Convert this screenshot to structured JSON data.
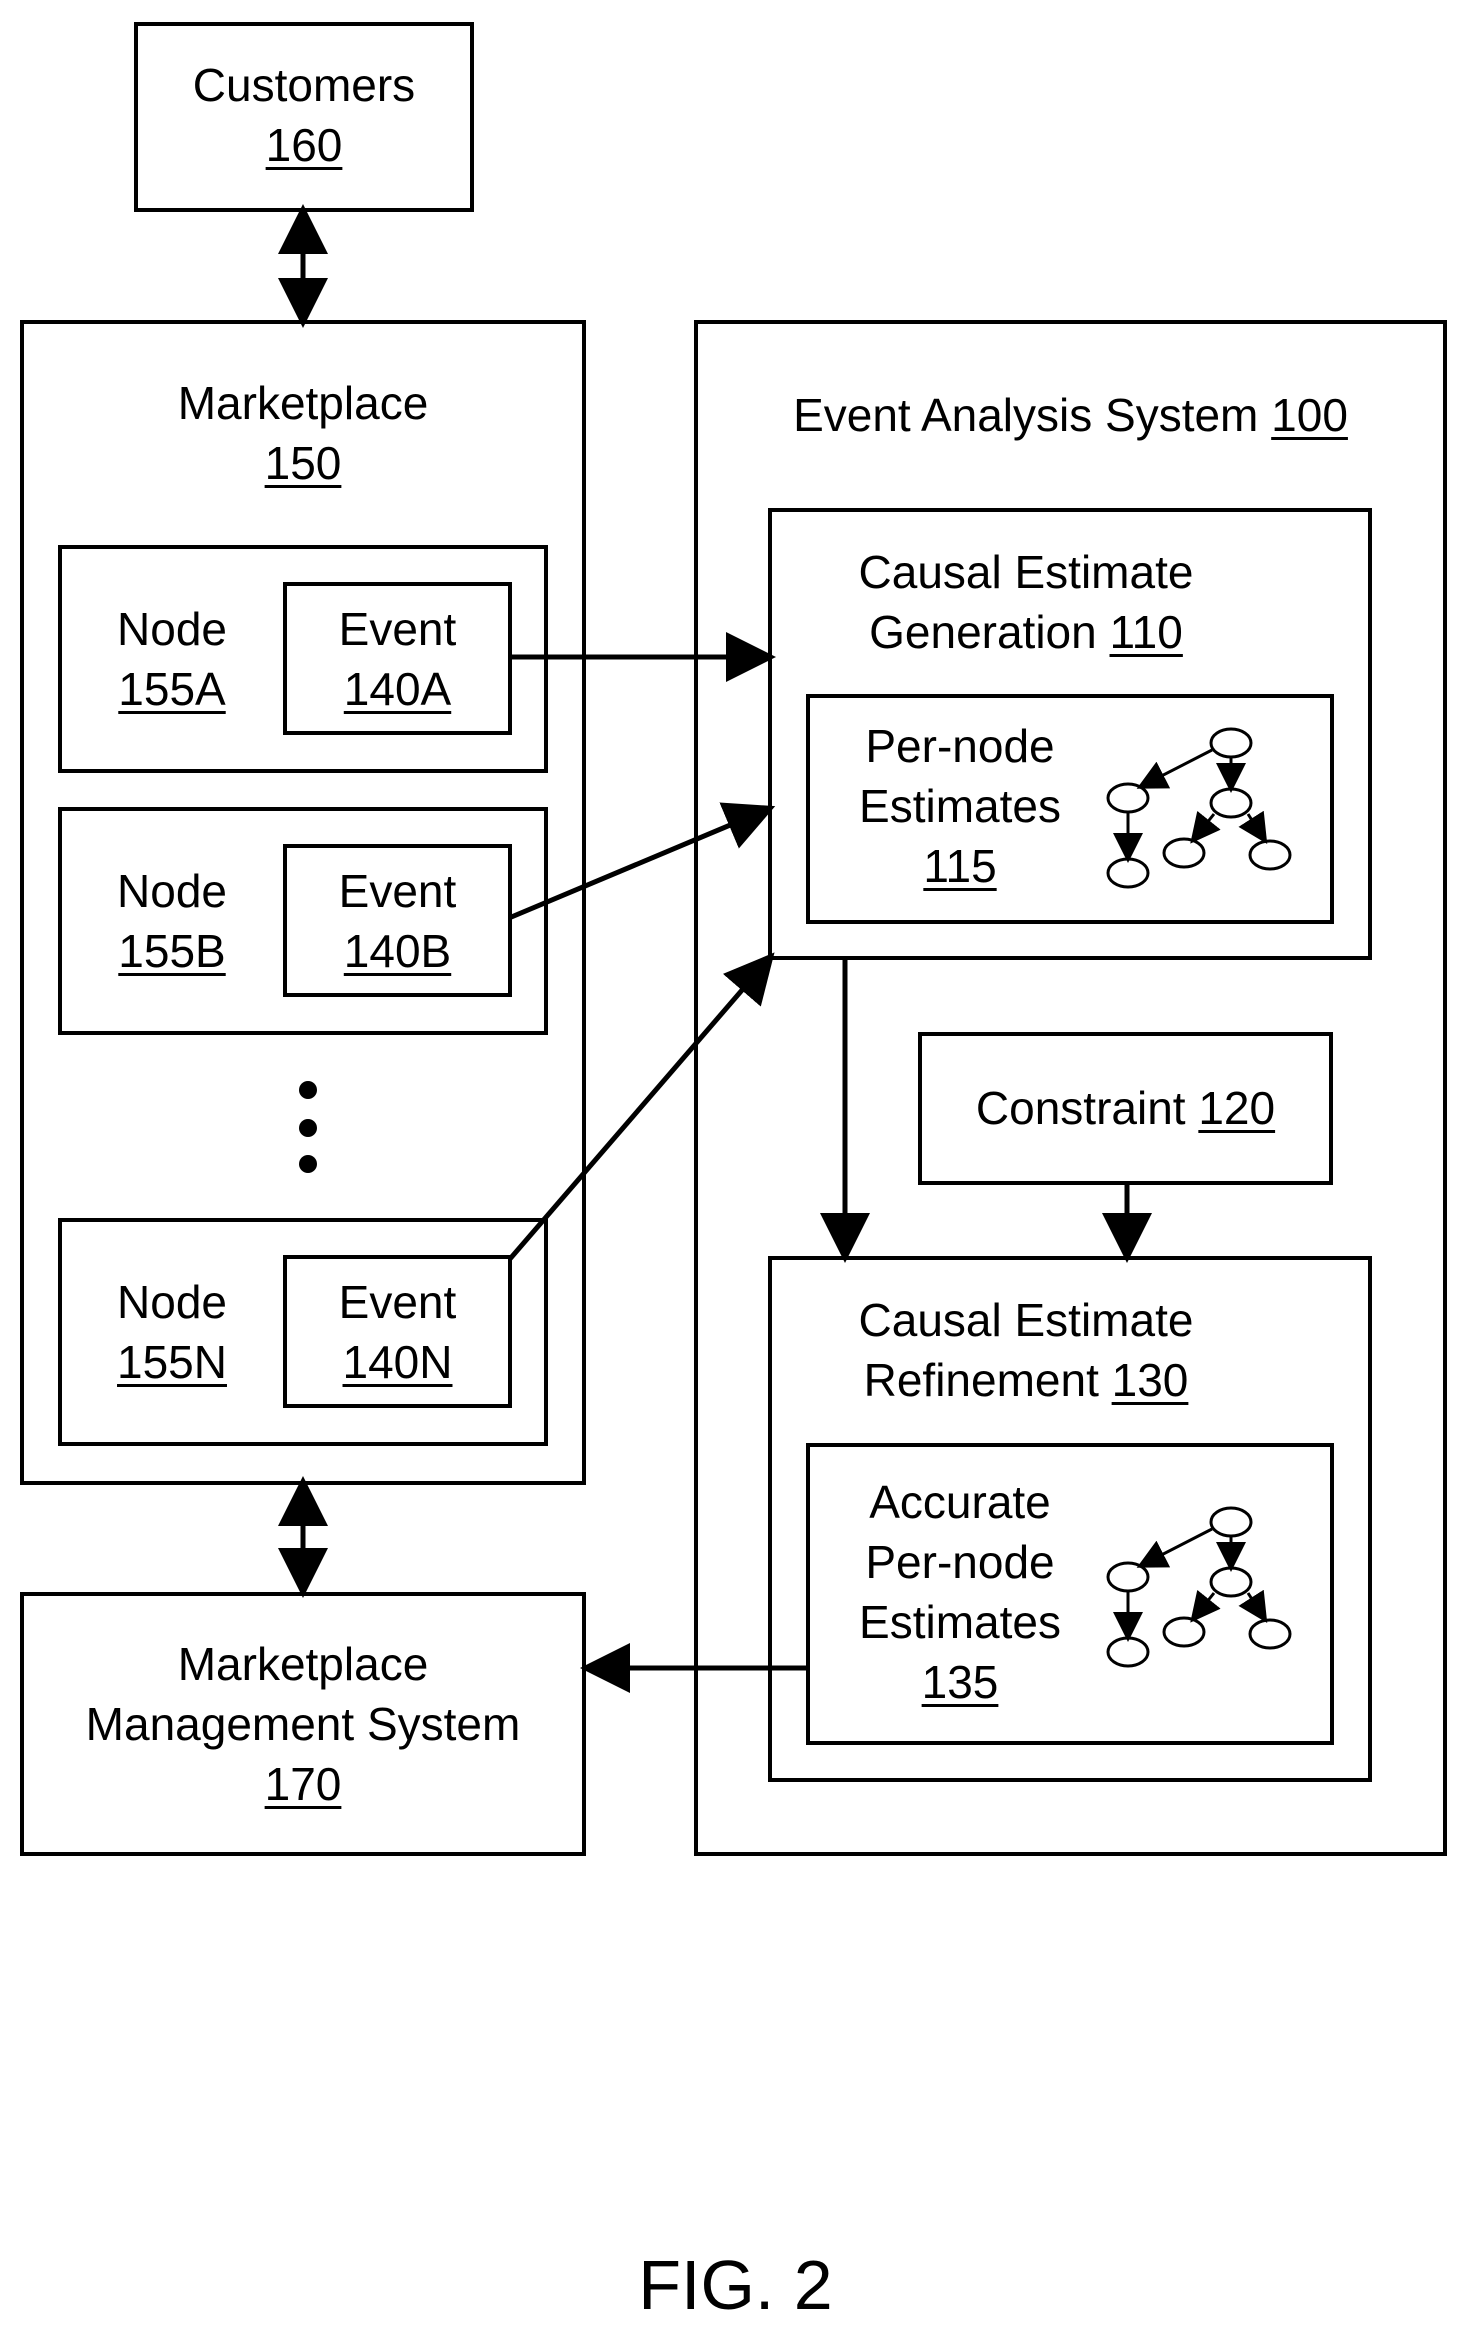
{
  "customers": {
    "line1": "Customers",
    "num": "160"
  },
  "marketplace": {
    "line1": "Marketplace",
    "num": "150"
  },
  "nodes": [
    {
      "label": "Node",
      "num": "155A",
      "event_label": "Event",
      "event_num": "140A"
    },
    {
      "label": "Node",
      "num": "155B",
      "event_label": "Event",
      "event_num": "140B"
    },
    {
      "label": "Node",
      "num": "155N",
      "event_label": "Event",
      "event_num": "140N"
    }
  ],
  "event_analysis": {
    "title": "Event Analysis System",
    "num": "100"
  },
  "generation": {
    "line1": "Causal Estimate",
    "line2": "Generation",
    "num": "110"
  },
  "per_node": {
    "line1": "Per-node",
    "line2": "Estimates",
    "num": "115",
    "icon": "graph-icon"
  },
  "constraint": {
    "title": "Constraint",
    "num": "120"
  },
  "refinement": {
    "line1": "Causal Estimate",
    "line2": "Refinement",
    "num": "130"
  },
  "accurate": {
    "line1": "Accurate",
    "line2": "Per-node",
    "line3": "Estimates",
    "num": "135",
    "icon": "graph-icon"
  },
  "management": {
    "line1": "Marketplace",
    "line2": "Management System",
    "num": "170"
  },
  "figure_label": "FIG. 2"
}
